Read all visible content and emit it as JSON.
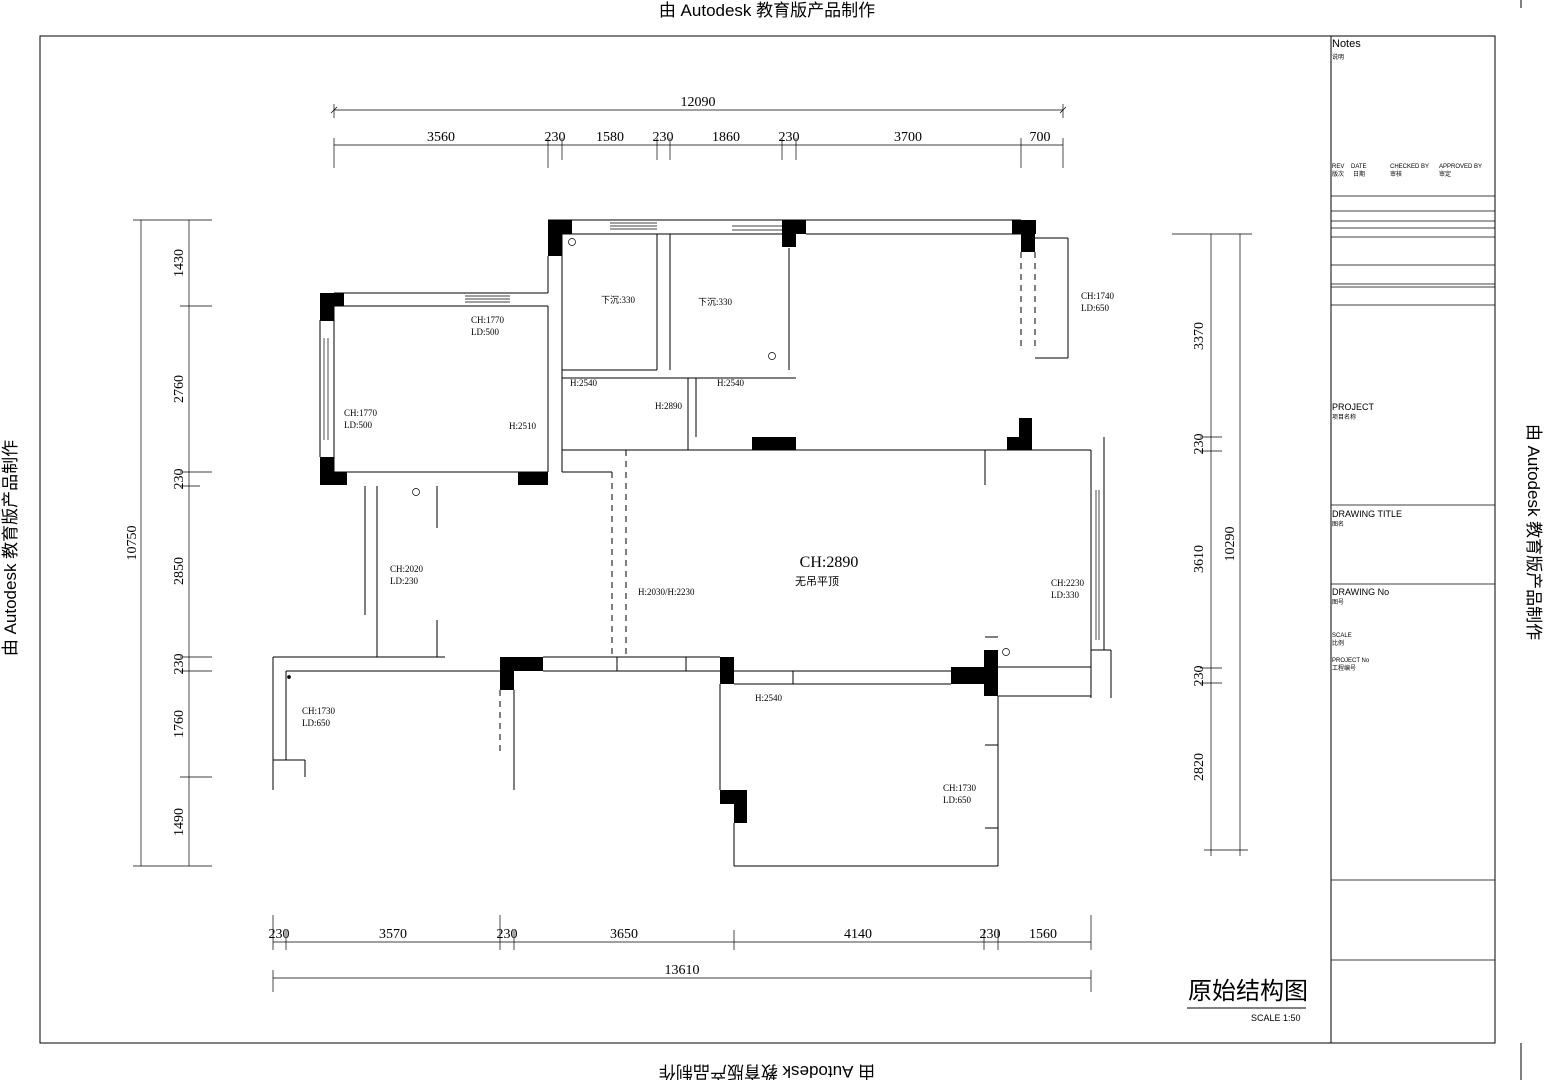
{
  "watermark": {
    "text": "由 Autodesk 教育版产品制作"
  },
  "dims_top": {
    "total": "12090",
    "segments": [
      "3560",
      "230",
      "1580",
      "230",
      "1860",
      "230",
      "3700",
      "700"
    ]
  },
  "dims_bottom": {
    "total": "13610",
    "segments": [
      "230",
      "3570",
      "230",
      "3650",
      "4140",
      "230",
      "1560"
    ]
  },
  "dims_left": {
    "total": "10750",
    "segments": [
      "1430",
      "2760",
      "230",
      "2850",
      "230",
      "1760",
      "1490"
    ]
  },
  "dims_right": {
    "total": "10290",
    "segments": [
      "3370",
      "230",
      "3610",
      "230",
      "2820"
    ]
  },
  "rooms": {
    "main_ceiling": "CH:2890",
    "main_ceiling_note": "无吊平顶",
    "labels": [
      "CH:1770",
      "LD:500",
      "CH:1770",
      "LD:500",
      "H:2510",
      "CH:2020",
      "LD:230",
      "CH:1730",
      "LD:650",
      "下沉:330",
      "下沉:330",
      "H:2540",
      "H:2540",
      "H:2890",
      "H:2540",
      "CH:1740",
      "LD:650",
      "CH:2230",
      "LD:330",
      "CH:1730",
      "LD:650",
      "H:2030/H:2230"
    ]
  },
  "title_block": {
    "notes": "Notes",
    "notes_sub": "说明",
    "rev": "REV",
    "rev_sub": "版次",
    "date": "DATE",
    "date_sub": "日期",
    "checked": "CHECKED BY",
    "checked_sub": "审核",
    "approved": "APPROVED BY",
    "approved_sub": "审定",
    "project": "PROJECT",
    "project_sub": "项目名称",
    "drawing_title": "DRAWING TITLE",
    "drawing_title_sub": "图名",
    "drawing_no": "DRAWING No",
    "drawing_no_sub": "图号",
    "scale": "SCALE",
    "scale_sub": "比例",
    "project_no": "PROJECT No",
    "project_no_sub": "工程编号"
  },
  "drawing": {
    "title": "原始结构图",
    "scale": "SCALE  1:50"
  }
}
